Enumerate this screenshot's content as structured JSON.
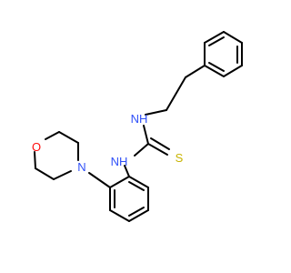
{
  "molecule": {
    "atoms": {
      "nh_upper": "NH",
      "nh_lower": "NH",
      "sulfur": "S",
      "morph_oxygen": "O",
      "morph_nitrogen": "N"
    },
    "colors": {
      "bond": "#000000",
      "nitrogen": "#3050F8",
      "oxygen": "#FF0D0D",
      "sulfur": "#C8B400"
    }
  }
}
